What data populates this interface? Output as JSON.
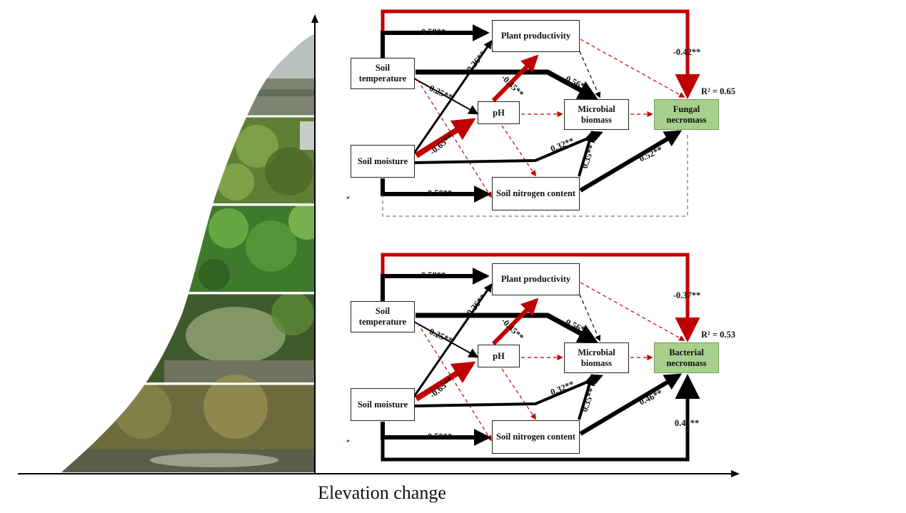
{
  "x_axis_label": "Elevation change",
  "palette": {
    "negative": "#c00000",
    "positive": "#000000",
    "outcome_fill": "#a8d08d"
  },
  "landscape_bands": [
    "foggy-forest",
    "hill-forest",
    "dense-canopy",
    "misty-stream-forest",
    "riparian-woodland"
  ],
  "models": [
    {
      "id": "fungal",
      "nodes": {
        "soil_temperature": "Soil temperature",
        "soil_moisture": "Soil moisture",
        "plant_productivity": "Plant productivity",
        "ph": "pH",
        "microbial_biomass": "Microbial biomass",
        "soil_nitrogen": "Soil nitrogen content",
        "outcome": "Fungal necromass"
      },
      "r2": "R² = 0.65",
      "paths": {
        "temp_plant": "0.58**",
        "temp_outcome": "-0.42**",
        "moist_plant": "0.26**",
        "temp_ph": "0.25**",
        "plant_ph": "-0.45**",
        "temp_microbe": "0.56**",
        "moist_ph": "-0.65**",
        "moist_microbe": "0.32**",
        "nitrogen_microbe": "0.35**",
        "nitrogen_outcome": "0.52**",
        "moist_nitrogen": "0.50**",
        "moist_outcome": ""
      }
    },
    {
      "id": "bacterial",
      "nodes": {
        "soil_temperature": "Soil temperature",
        "soil_moisture": "Soil moisture",
        "plant_productivity": "Plant productivity",
        "ph": "pH",
        "microbial_biomass": "Microbial biomass",
        "soil_nitrogen": "Soil nitrogen content",
        "outcome": "Bacterial necromass"
      },
      "r2": "R² = 0.53",
      "paths": {
        "temp_plant": "0.58**",
        "temp_outcome": "-0.37**",
        "moist_plant": "0.26**",
        "temp_ph": "0.25**",
        "plant_ph": "-0.45**",
        "temp_microbe": "0.56**",
        "moist_ph": "-0.65**",
        "moist_microbe": "0.32**",
        "nitrogen_microbe": "0.35**",
        "nitrogen_outcome": "0.46**",
        "moist_nitrogen": "0.50**",
        "moist_outcome": "0.41**"
      }
    }
  ]
}
